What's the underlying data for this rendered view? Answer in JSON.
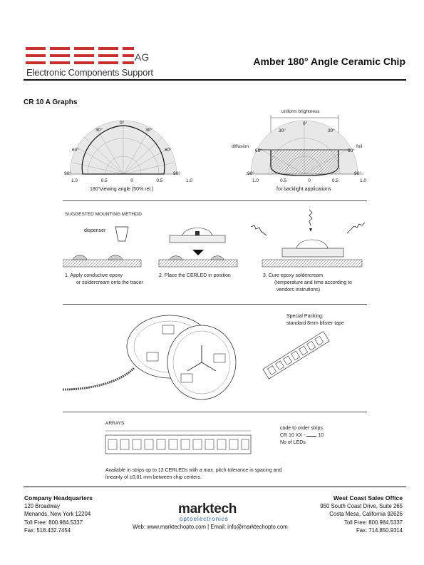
{
  "header": {
    "logo_letters": "ELCOS",
    "logo_suffix": "AG",
    "logo_subtitle": "Electronic Components Support",
    "title": "Amber 180° Angle Ceramic Chip"
  },
  "section_title": "CR 10 A Graphs",
  "graphs": {
    "left": {
      "angles": [
        "0°",
        "30°",
        "30°",
        "60°",
        "60°",
        "90°",
        "90°"
      ],
      "scale": [
        "1.0",
        "0.5",
        "0",
        "0.5",
        "1.0"
      ],
      "caption": "180°viewing angle (50% rel.)"
    },
    "right": {
      "top_label": "uniform brightness",
      "left_label": "diffusion",
      "right_label": "foil",
      "angles": [
        "0°",
        "30°",
        "30°",
        "60°",
        "60°",
        "90°",
        "90°"
      ],
      "scale": [
        "1.0",
        "0.5",
        "0",
        "0.5",
        "1.0"
      ],
      "caption": "for backlight applications"
    }
  },
  "mounting": {
    "title": "SUGGESTED MOUNTING METHOD",
    "dispenser": "dispenser",
    "step1_line1": "1.  Apply conductive epoxy",
    "step1_line2": "or soldercream onto the tracer",
    "step2": "2.  Place the CERLED in position",
    "step3_line1": "3.  Cure epoxy soldercream",
    "step3_line2": "(temperature and time according to",
    "step3_line3": "vendors instrutions)"
  },
  "packing": {
    "line1": "Special Packing:",
    "line2": "standard 8mm blister tape"
  },
  "arrays": {
    "title": "ARRAYS",
    "order_line1": "code to order strips:",
    "order_line2": "CR 10 XX   -",
    "order_line2b": "10",
    "order_line3": "No of LEDs",
    "desc_line1": "Available in strips up to 12 CERLEDs with a max. pitch tolerance in spacing and",
    "desc_line2": "linearity of  ±0,01 mm between chip centers."
  },
  "footer": {
    "hq_title": "Company Headquarters",
    "hq_lines": [
      "120 Broadway",
      "Menands, New York 12204",
      "Toll Free: 800.984.5337",
      "Fax: 518.432.7454"
    ],
    "brand": "marktech",
    "brand_sub": "optoelectronics",
    "web": "Web: www.marktechopto.com | Email: info@marktechopto.com",
    "wc_title": "West Coast Sales Office",
    "wc_lines": [
      "950 South Coast Drive, Suite 265",
      "Costa Mesa, California 92626",
      "Toll Free: 800.984.5337",
      "Fax: 714.850.9314"
    ]
  },
  "colors": {
    "logo_red": "#c8302e",
    "brand_blue": "#1f5fa8"
  }
}
